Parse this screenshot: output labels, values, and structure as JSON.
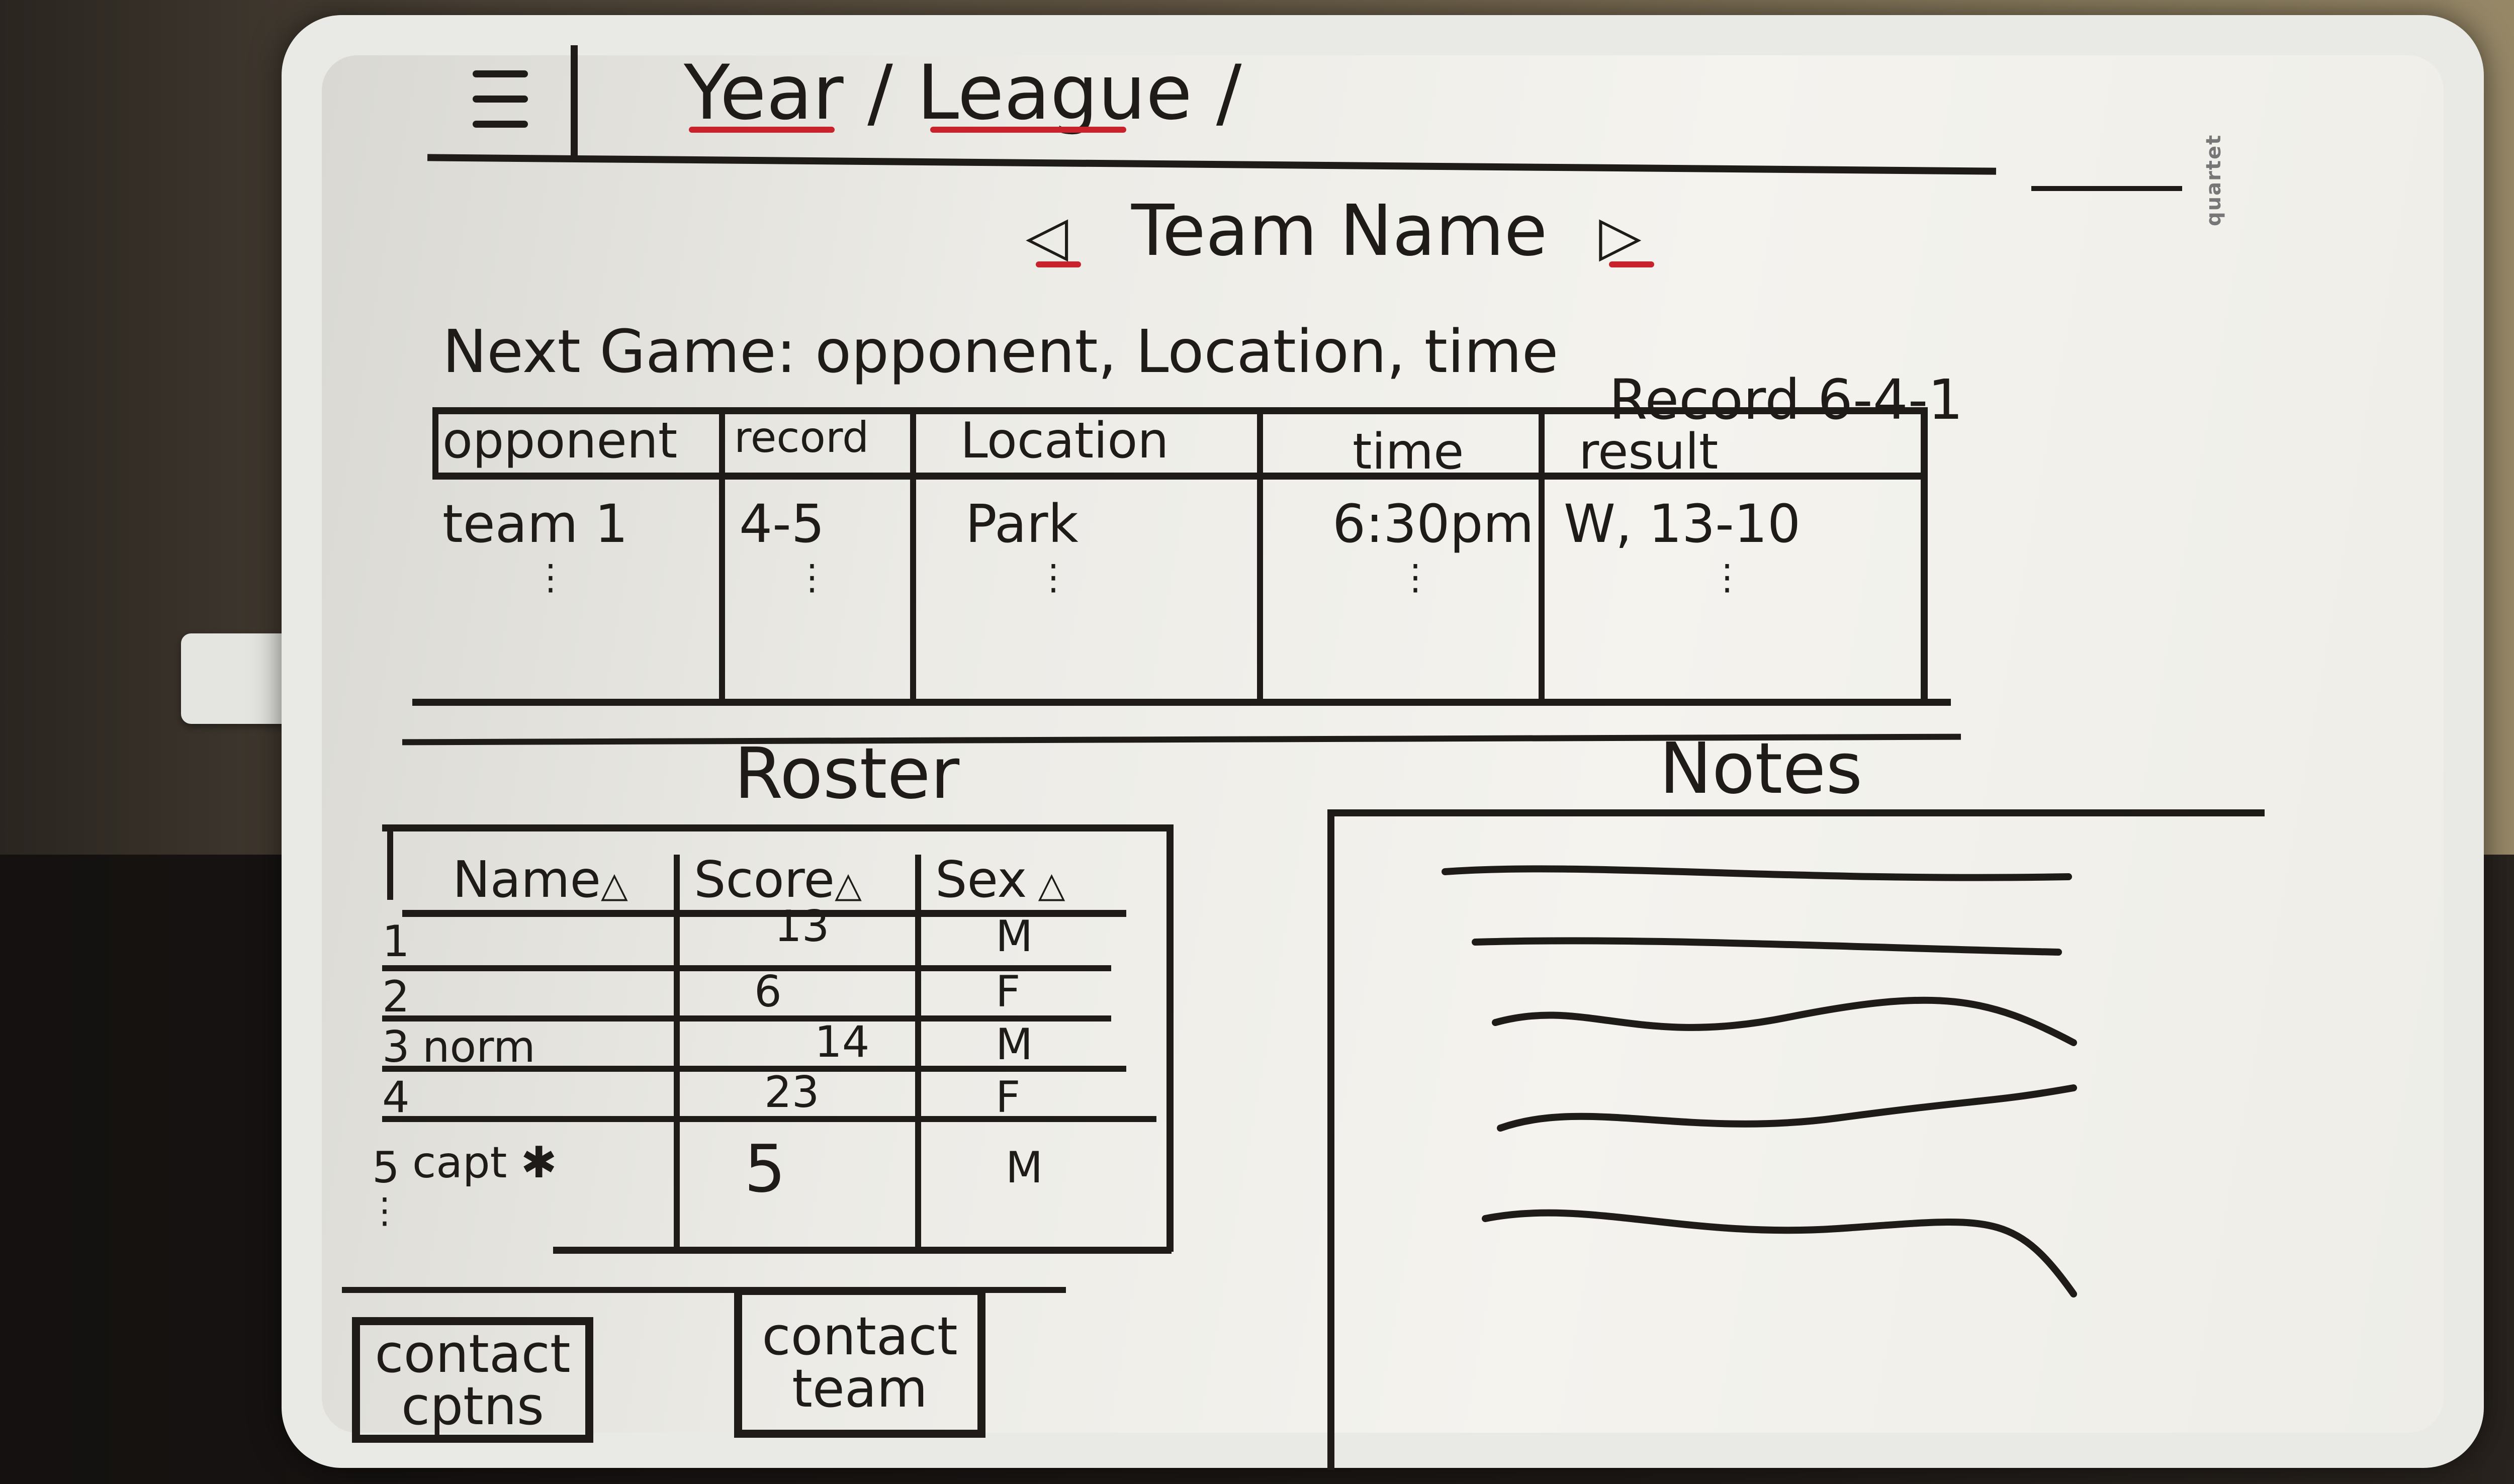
{
  "header": {
    "breadcrumb": "Year / League /",
    "menu_icon": "hamburger-icon"
  },
  "team": {
    "name": "Team Name",
    "prev_icon": "triangle-left-icon",
    "next_icon": "triangle-right-icon"
  },
  "next_game": {
    "text": "Next Game: opponent, Location, time",
    "record": "Record 6-4-1"
  },
  "schedule": {
    "columns": [
      "opponent",
      "record",
      "Location",
      "time",
      "result"
    ],
    "rows": [
      {
        "opponent": "team 1",
        "record": "4-5",
        "location": "Park",
        "time": "6:30pm",
        "result": "W, 13-10"
      }
    ],
    "ellipsis": "⋮"
  },
  "roster": {
    "title": "Roster",
    "columns": [
      "Name",
      "Score",
      "Sex"
    ],
    "sort_icon": "triangle-sort-icon",
    "rows": [
      {
        "num": "1",
        "name": "",
        "score": "13",
        "sex": "M"
      },
      {
        "num": "2",
        "name": "",
        "score": "6",
        "sex": "F"
      },
      {
        "num": "3",
        "name": "norm",
        "score": "14",
        "sex": "M"
      },
      {
        "num": "4",
        "name": "",
        "score": "23",
        "sex": "F"
      },
      {
        "num": "5",
        "name": "capt ✱",
        "score": "5",
        "sex": "M"
      }
    ],
    "ellipsis": "⋮"
  },
  "buttons": {
    "contact_captains": "contact cptns",
    "contact_team": "contact team"
  },
  "notes": {
    "title": "Notes"
  },
  "brand": "quartet"
}
